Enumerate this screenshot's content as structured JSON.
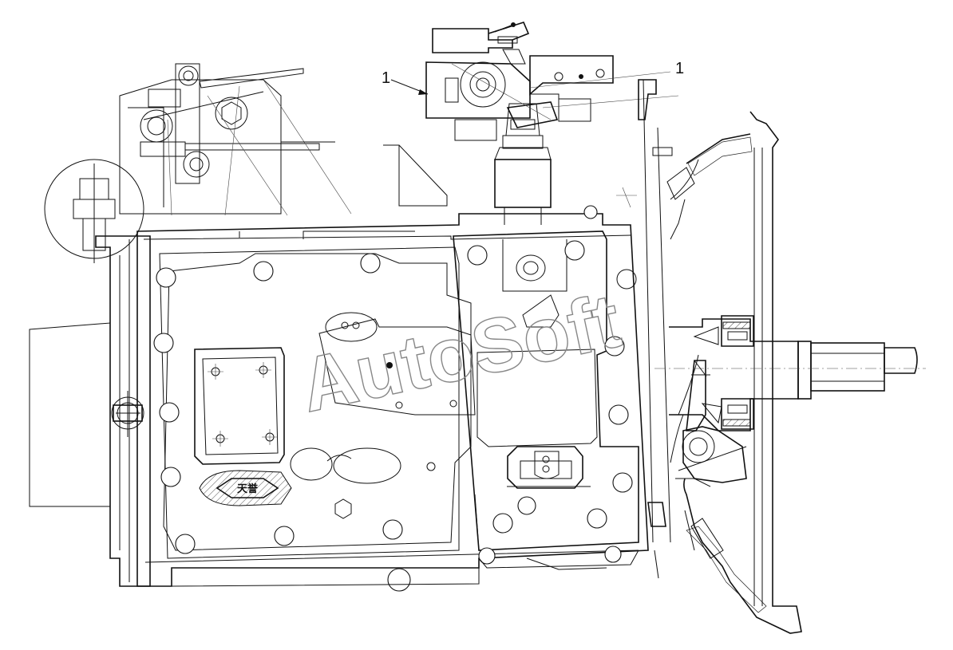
{
  "callouts": {
    "part_1": "1",
    "part_1_right": "1"
  },
  "logo": {
    "text": "天誉"
  },
  "watermark": {
    "text": "AutoSoft"
  }
}
